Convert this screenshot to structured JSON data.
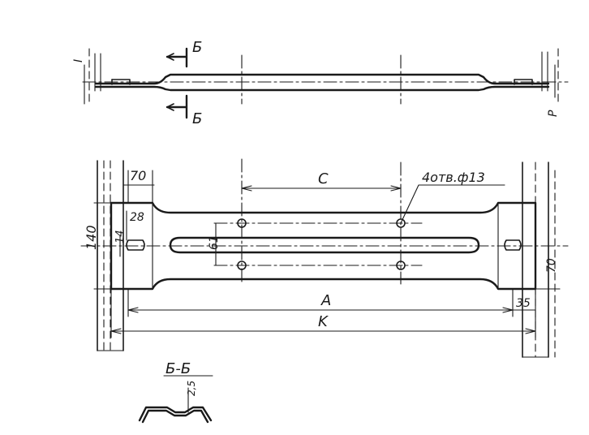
{
  "drawing": {
    "top_view": {
      "section_mark_top": "Б",
      "section_mark_bottom": "Б",
      "label_left": "I",
      "label_right": "P"
    },
    "plan_view": {
      "dim_70_top": "70",
      "dim_c": "C",
      "holes_note": "4отв.ф13",
      "dim_140": "140",
      "dim_14": "14",
      "dim_28": "28",
      "dim_61": "61",
      "dim_70_right": "70",
      "dim_a": "A",
      "dim_35": "35",
      "dim_k": "K"
    },
    "section": {
      "title": "Б-Б",
      "dim_thickness": "2,5"
    }
  }
}
